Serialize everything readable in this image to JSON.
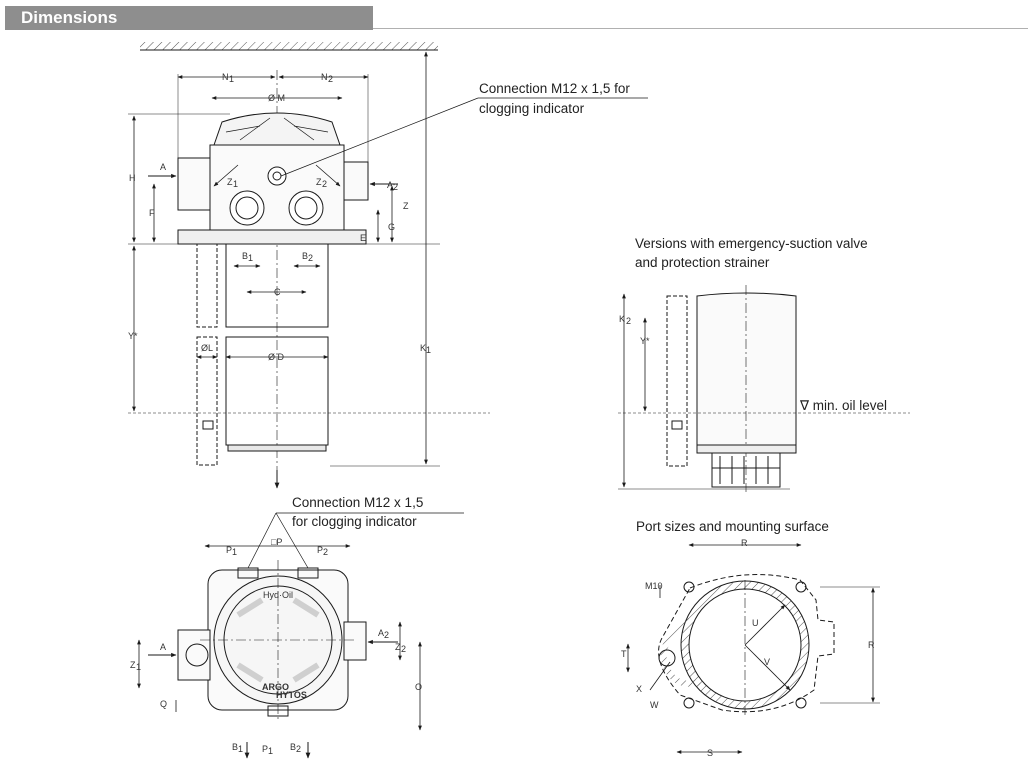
{
  "header": {
    "title": "Dimensions"
  },
  "notes": {
    "conn_top_1": "Connection M12 x 1,5 for",
    "conn_top_2": "clogging indicator",
    "emerg_1": "Versions with emergency-suction valve",
    "emerg_2": "and protection strainer",
    "oil_level": "∇  min. oil level",
    "conn_bot_1": "Connection M12 x 1,5",
    "conn_bot_2": "for clogging indicator",
    "port_sizes": "Port sizes and mounting surface"
  },
  "dims_side": {
    "N1": "N",
    "N1s": "1",
    "N2": "N",
    "N2s": "2",
    "M": "Ø M",
    "H": "H",
    "A": "A",
    "F": "F",
    "Z1": "Z",
    "Z1s": "1",
    "Z2": "Z",
    "Z2s": "2",
    "A2": "A",
    "A2s": "2",
    "Z": "Z",
    "G": "G",
    "E": "E",
    "B1": "B",
    "B1s": "1",
    "B2": "B",
    "B2s": "2",
    "C": "C",
    "Y": "Y*",
    "L": "ØL",
    "D": "Ø D",
    "K1": "K",
    "K1s": "1"
  },
  "dims_emerg": {
    "K2": "K",
    "K2s": "2",
    "Y": "Y*"
  },
  "dims_top": {
    "P": "□P",
    "P1": "P",
    "P1s": "1",
    "P2": "P",
    "P2s": "2",
    "A": "A",
    "Z1": "Z",
    "Z1s": "1",
    "Q": "Q",
    "A2": "A",
    "A2s": "2",
    "Z2": "Z",
    "Z2s": "2",
    "O": "O",
    "B1": "B",
    "B1s": "1",
    "Pb": "P",
    "Pbs": "1",
    "B2": "B",
    "B2s": "2",
    "brand1": "Hyd·Oil",
    "brand2": "ARGO",
    "brand3": "HYTOS"
  },
  "dims_port": {
    "R_top": "R",
    "R_side": "R",
    "M10": "M10",
    "T": "T",
    "U": "U",
    "V": "V",
    "X": "X",
    "W": "W",
    "S": "S"
  },
  "colors": {
    "header_bg": "#8e8e8e",
    "line": "#1a1a1a",
    "hatch": "#555555"
  }
}
